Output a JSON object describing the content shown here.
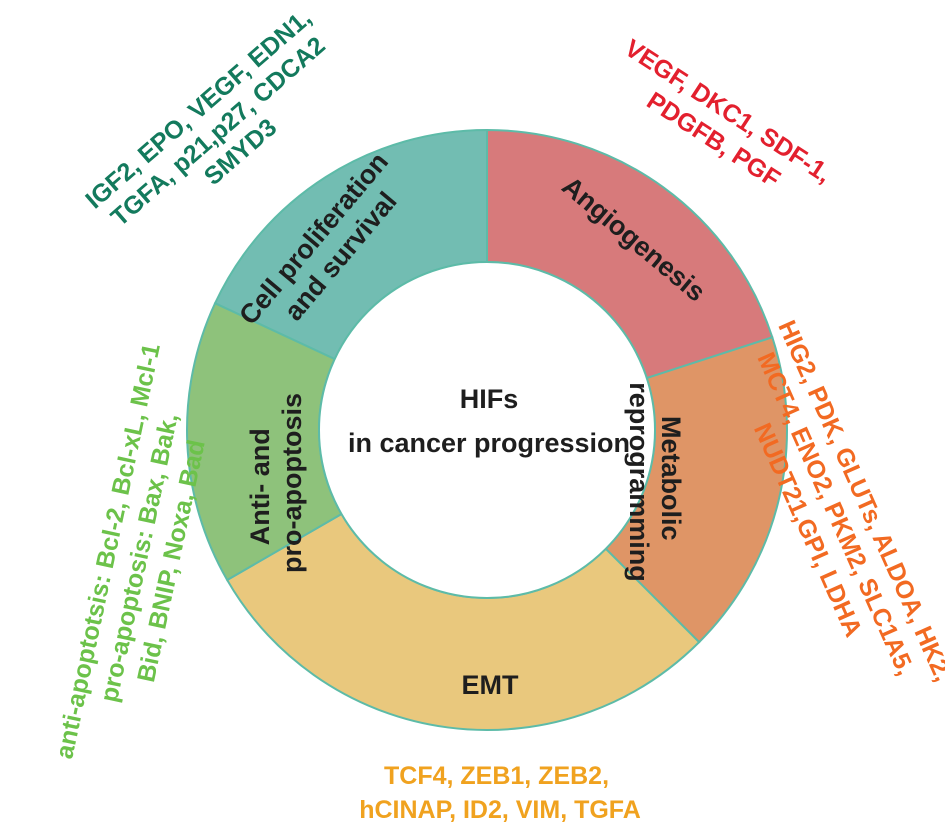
{
  "center": {
    "lines": [
      "HIFs",
      "in cancer progression"
    ]
  },
  "segments": [
    {
      "id": "angiogenesis",
      "lines": [
        "Angiogenesis"
      ],
      "color": "#d77a7b"
    },
    {
      "id": "metabolic",
      "lines": [
        "Metabolic",
        "reprogramming"
      ],
      "color": "#df9566"
    },
    {
      "id": "emt",
      "lines": [
        "EMT"
      ],
      "color": "#e9c87d"
    },
    {
      "id": "apoptosis",
      "lines": [
        "Anti- and",
        "pro-apoptosis"
      ],
      "color": "#8ec27b"
    },
    {
      "id": "proliferation",
      "lines": [
        "Cell proliferation",
        "and survival"
      ],
      "color": "#72bdb2"
    }
  ],
  "ring_stroke_color": "#5dbba8",
  "gene_groups": [
    {
      "id": "proliferation",
      "color": "#137a5d",
      "lines": [
        "IGF2, EPO, VEGF, EDN1,",
        "TGFA, p21,p27, CDCA2",
        "SMYD3"
      ]
    },
    {
      "id": "angiogenesis",
      "color": "#e3202e",
      "lines": [
        "VEGF, DKC1, SDF-1,",
        "PDGFB, PGF"
      ]
    },
    {
      "id": "metabolic",
      "color": "#f26a22",
      "lines": [
        "HIG2, PDK, GLUTs, ALDOA, HK2,",
        "MCT4, ENO2, PKM2, SLC1A5,",
        "NUDT21,GPI, LDHA"
      ]
    },
    {
      "id": "emt",
      "color": "#f0a21f",
      "lines": [
        "TCF4, ZEB1, ZEB2,",
        "hCINAP, ID2, VIM, TGFA"
      ]
    },
    {
      "id": "apoptosis",
      "color": "#6cc24a",
      "lines": [
        "anti-apoptotsis: Bcl-2, Bcl-xL, Mcl-1",
        "pro-apoptosis: Bax, Bak,",
        "Bid, BNIP, Noxa, Bad"
      ]
    }
  ]
}
